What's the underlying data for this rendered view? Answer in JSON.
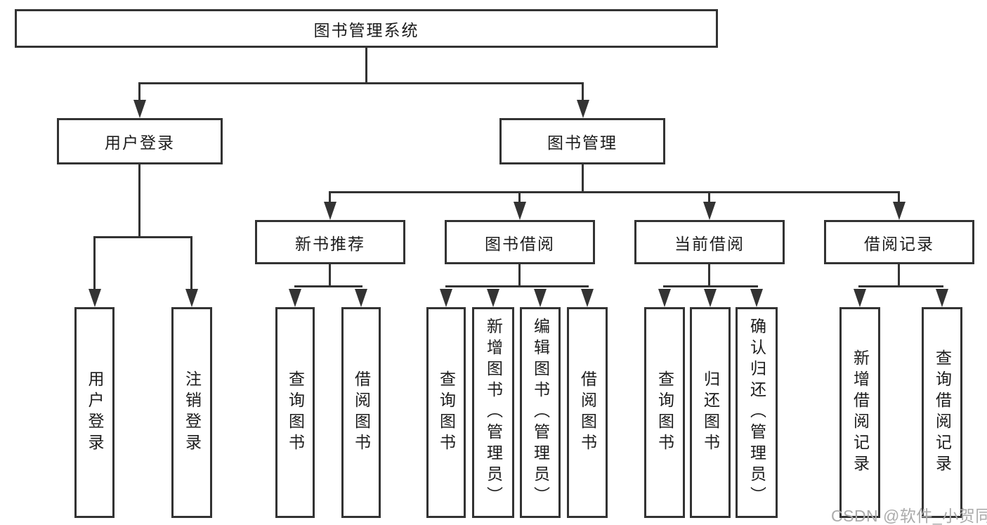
{
  "diagram": {
    "title": "图书管理系统",
    "nodes": {
      "root": {
        "label": "图书管理系统"
      },
      "level2": [
        {
          "label": "用户登录"
        },
        {
          "label": "图书管理"
        }
      ],
      "level3": [
        {
          "label": "新书推荐",
          "parent": "图书管理"
        },
        {
          "label": "图书借阅",
          "parent": "图书管理"
        },
        {
          "label": "当前借阅",
          "parent": "图书管理"
        },
        {
          "label": "借阅记录",
          "parent": "图书管理"
        }
      ],
      "leaves": [
        {
          "label": "用户登录",
          "parent": "用户登录"
        },
        {
          "label": "注销登录",
          "parent": "用户登录"
        },
        {
          "label": "查询图书",
          "parent": "新书推荐"
        },
        {
          "label": "借阅图书",
          "parent": "新书推荐"
        },
        {
          "label": "查询图书",
          "parent": "图书借阅"
        },
        {
          "label": "新增图书（管理员）",
          "parent": "图书借阅"
        },
        {
          "label": "编辑图书（管理员）",
          "parent": "图书借阅"
        },
        {
          "label": "借阅图书",
          "parent": "图书借阅"
        },
        {
          "label": "查询图书",
          "parent": "当前借阅"
        },
        {
          "label": "归还图书",
          "parent": "当前借阅"
        },
        {
          "label": "确认归还（管理员）",
          "parent": "当前借阅"
        },
        {
          "label": "新增借阅记录",
          "parent": "借阅记录"
        },
        {
          "label": "查询借阅记录",
          "parent": "借阅记录"
        }
      ]
    },
    "watermark": "CSDN @软件_小贺同学",
    "colors": {
      "line": "#333333",
      "text": "#1c1c1c",
      "background": "#ffffff",
      "watermark": "#ababab"
    }
  }
}
